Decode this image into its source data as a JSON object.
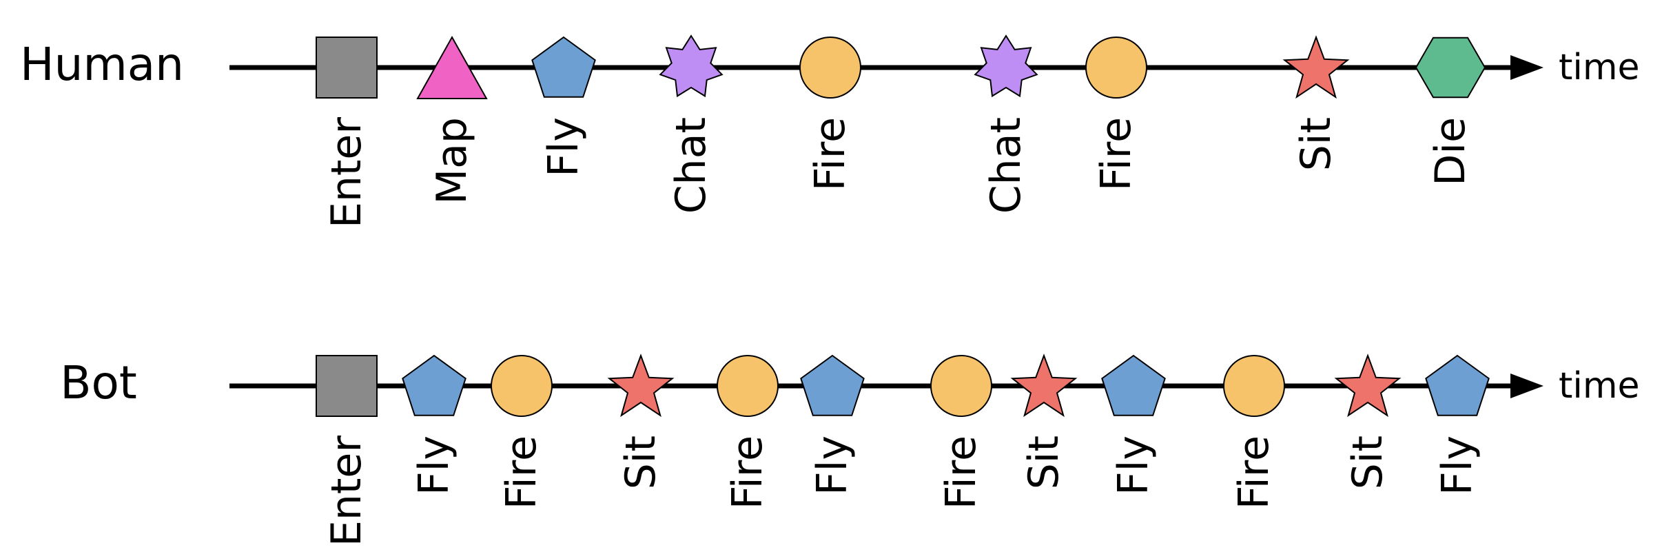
{
  "timelines": [
    {
      "title": "Human",
      "axis_label": "time",
      "events": [
        {
          "label": "Enter",
          "shape": "square",
          "color": "#8a8a8a"
        },
        {
          "label": "Map",
          "shape": "triangle",
          "color": "#f062c3"
        },
        {
          "label": "Fly",
          "shape": "pentagon",
          "color": "#6d9fd2"
        },
        {
          "label": "Chat",
          "shape": "seven-point-star",
          "color": "#bf8ef5"
        },
        {
          "label": "Fire",
          "shape": "circle",
          "color": "#f7c36a"
        },
        {
          "label": "Chat",
          "shape": "seven-point-star",
          "color": "#bf8ef5"
        },
        {
          "label": "Fire",
          "shape": "circle",
          "color": "#f7c36a"
        },
        {
          "label": "Sit",
          "shape": "five-point-star",
          "color": "#ee746b"
        },
        {
          "label": "Die",
          "shape": "hexagon",
          "color": "#5ebb90"
        }
      ]
    },
    {
      "title": "Bot",
      "axis_label": "time",
      "events": [
        {
          "label": "Enter",
          "shape": "square",
          "color": "#8a8a8a"
        },
        {
          "label": "Fly",
          "shape": "pentagon",
          "color": "#6d9fd2"
        },
        {
          "label": "Fire",
          "shape": "circle",
          "color": "#f7c36a"
        },
        {
          "label": "Sit",
          "shape": "five-point-star",
          "color": "#ee746b"
        },
        {
          "label": "Fire",
          "shape": "circle",
          "color": "#f7c36a"
        },
        {
          "label": "Fly",
          "shape": "pentagon",
          "color": "#6d9fd2"
        },
        {
          "label": "Fire",
          "shape": "circle",
          "color": "#f7c36a"
        },
        {
          "label": "Sit",
          "shape": "five-point-star",
          "color": "#ee746b"
        },
        {
          "label": "Fly",
          "shape": "pentagon",
          "color": "#6d9fd2"
        },
        {
          "label": "Fire",
          "shape": "circle",
          "color": "#f7c36a"
        },
        {
          "label": "Sit",
          "shape": "five-point-star",
          "color": "#ee746b"
        },
        {
          "label": "Fly",
          "shape": "pentagon",
          "color": "#6d9fd2"
        }
      ]
    }
  ]
}
